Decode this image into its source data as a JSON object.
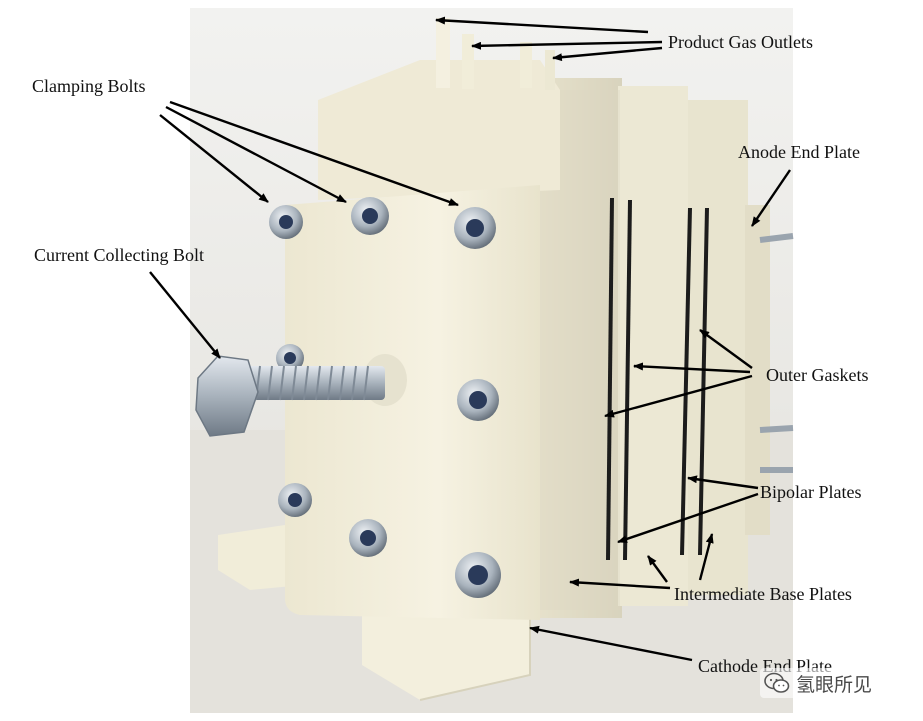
{
  "labels": {
    "product_gas_outlets": "Product Gas Outlets",
    "clamping_bolts": "Clamping Bolts",
    "anode_end_plate": "Anode End Plate",
    "current_collecting_bolt": "Current Collecting Bolt",
    "outer_gaskets": "Outer Gaskets",
    "bipolar_plates": "Bipolar Plates",
    "intermediate_base_plates": "Intermediate Base Plates",
    "cathode_end_plate": "Cathode End Plate"
  },
  "watermark": {
    "text": "氢眼所见",
    "icon": "wechat-icon"
  },
  "colors": {
    "plastic": "#f3efdd",
    "plastic_shadow": "#dcd7c2",
    "gasket": "#1c1c1c",
    "steel": "#b9c3cc",
    "arrow": "#000000"
  }
}
